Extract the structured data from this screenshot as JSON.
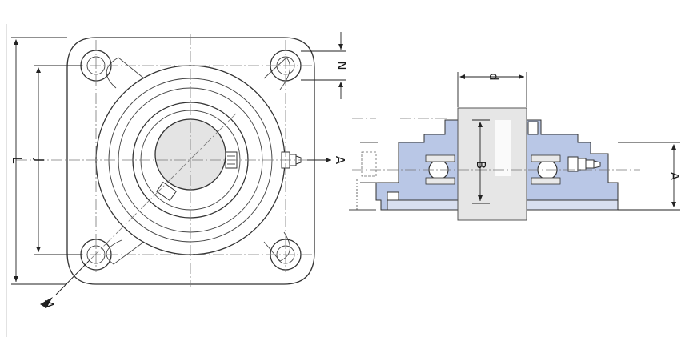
{
  "labels": {
    "L": "L",
    "J": "J",
    "N": "N",
    "A_section_front": "A",
    "A_section_corner": "A",
    "d": "d",
    "B": "B",
    "A_height": "A"
  },
  "colors": {
    "housing_fill": "#b9c7e6",
    "shaft_fill": "#e6e6e6",
    "line": "#333333",
    "background": "#ffffff"
  }
}
